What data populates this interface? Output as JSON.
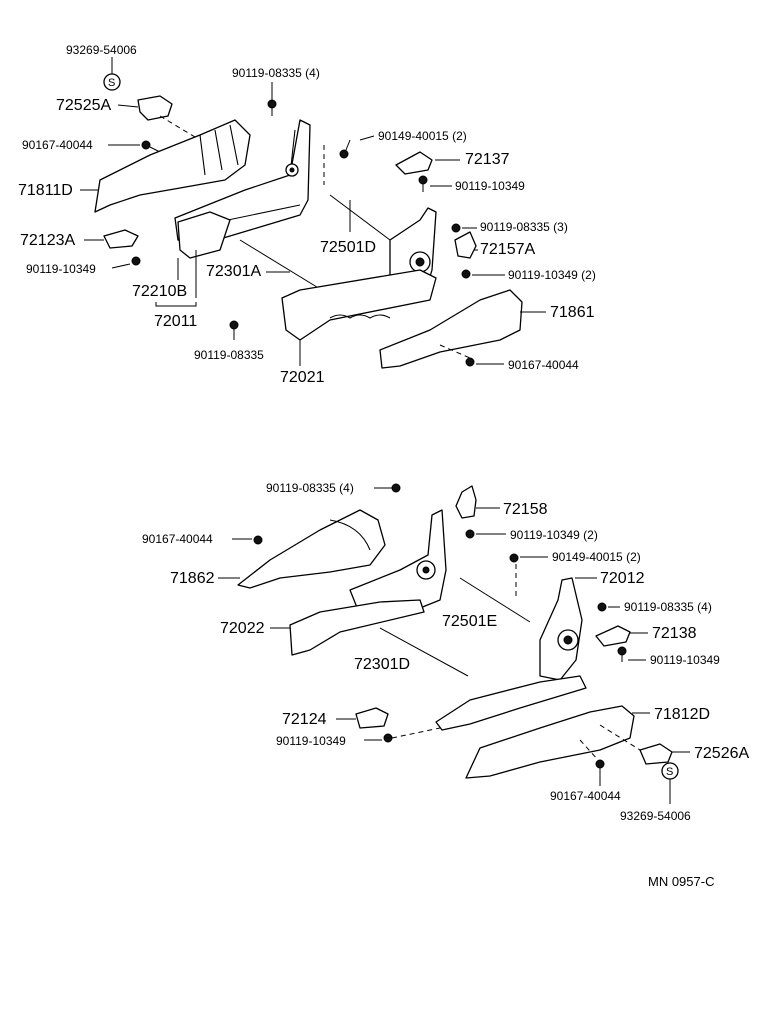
{
  "top_assembly": {
    "labels": {
      "p93269_54006": "93269-54006",
      "p72525A": "72525A",
      "p90119_08335_4": "90119-08335 (4)",
      "p90167_40044_a": "90167-40044",
      "p90149_40015_2": "90149-40015 (2)",
      "p72137": "72137",
      "p90119_10349_a": "90119-10349",
      "p71811D": "71811D",
      "p90119_08335_3": "90119-08335 (3)",
      "p72157A": "72157A",
      "p72123A": "72123A",
      "p72501D": "72501D",
      "p90119_10349_b": "90119-10349",
      "p72301A": "72301A",
      "p90119_10349_2": "90119-10349 (2)",
      "p72210B": "72210B",
      "p71861": "71861",
      "p72011": "72011",
      "p90119_08335": "90119-08335",
      "p90167_40044_b": "90167-40044",
      "p72021": "72021"
    }
  },
  "bottom_assembly": {
    "labels": {
      "p90119_08335_4": "90119-08335 (4)",
      "p72158": "72158",
      "p90167_40044": "90167-40044",
      "p90119_10349_2": "90119-10349 (2)",
      "p90149_40015_2": "90149-40015 (2)",
      "p71862": "71862",
      "p72012": "72012",
      "p72501E": "72501E",
      "p90119_08335_4b": "90119-08335 (4)",
      "p72022": "72022",
      "p72138": "72138",
      "p72301D": "72301D",
      "p90119_10349": "90119-10349",
      "p71812D": "71812D",
      "p72124": "72124",
      "p90119_10349_b": "90119-10349",
      "p72526A": "72526A",
      "p90167_40044_b": "90167-40044",
      "p93269_54006": "93269-54006"
    }
  },
  "icons": {
    "screw_marker": "S"
  },
  "footer": {
    "code": "MN 0957-C"
  }
}
